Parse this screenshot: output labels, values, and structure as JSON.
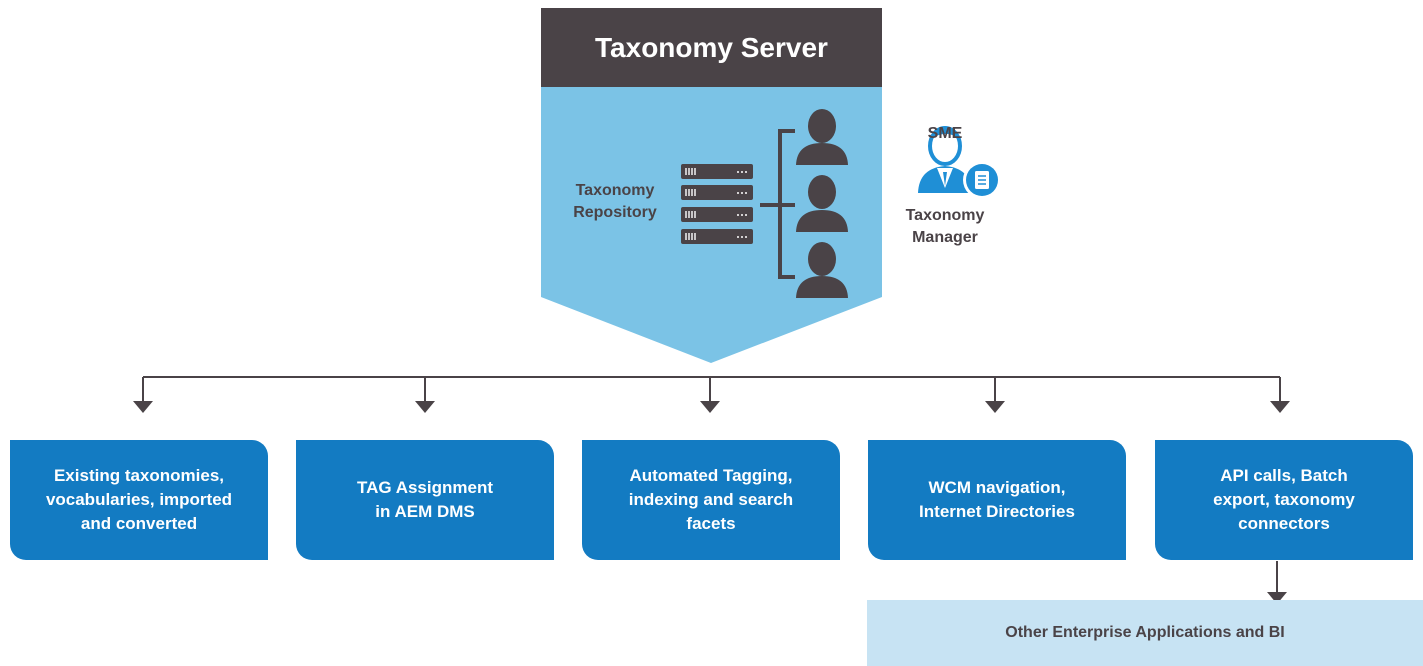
{
  "server": {
    "title": "Taxonomy Server",
    "repository_label": "Taxonomy\nRepository",
    "sme_label": "SME",
    "manager_label": "Taxonomy\nManager"
  },
  "outputs": [
    {
      "label": "Existing taxonomies,\nvocabularies, imported\nand converted"
    },
    {
      "label": "TAG Assignment\nin AEM DMS"
    },
    {
      "label": "Automated Tagging,\nindexing and search\nfacets"
    },
    {
      "label": "WCM navigation,\nInternet Directories"
    },
    {
      "label": "API calls, Batch\nexport, taxonomy\nconnectors"
    }
  ],
  "downstream": {
    "label": "Other Enterprise Applications and BI"
  },
  "colors": {
    "dark": "#4a4347",
    "light_blue": "#7bc3e6",
    "box_blue": "#137bc2",
    "pale_blue": "#c7e3f3",
    "sme_blue": "#1f8fd6"
  },
  "icons": {
    "repository": "server-rack-icon",
    "users": "user-silhouette-icon",
    "manager": "sme-manager-document-icon"
  }
}
